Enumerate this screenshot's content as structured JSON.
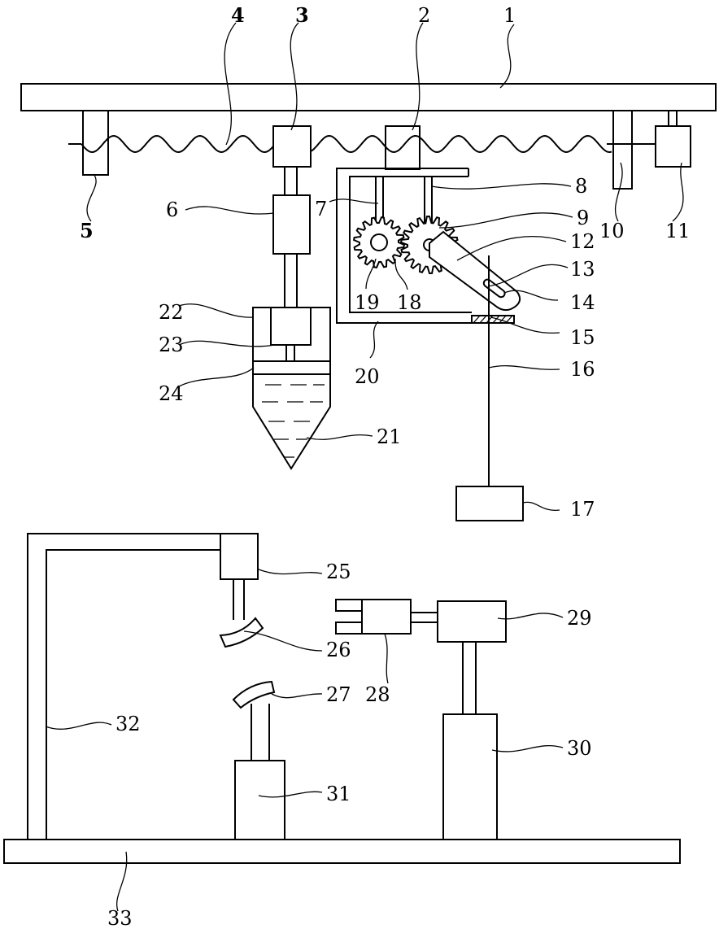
{
  "figure": {
    "labels": [
      {
        "id": "1",
        "text": "1"
      },
      {
        "id": "2",
        "text": "2"
      },
      {
        "id": "3",
        "text": "3",
        "bold": true
      },
      {
        "id": "4",
        "text": "4",
        "bold": true
      },
      {
        "id": "5",
        "text": "5",
        "bold": true
      },
      {
        "id": "6",
        "text": "6"
      },
      {
        "id": "7",
        "text": "7"
      },
      {
        "id": "8",
        "text": "8"
      },
      {
        "id": "9",
        "text": "9"
      },
      {
        "id": "10",
        "text": "10"
      },
      {
        "id": "11",
        "text": "11"
      },
      {
        "id": "12",
        "text": "12"
      },
      {
        "id": "13",
        "text": "13"
      },
      {
        "id": "14",
        "text": "14"
      },
      {
        "id": "15",
        "text": "15"
      },
      {
        "id": "16",
        "text": "16"
      },
      {
        "id": "17",
        "text": "17"
      },
      {
        "id": "18",
        "text": "18"
      },
      {
        "id": "19",
        "text": "19"
      },
      {
        "id": "20",
        "text": "20"
      },
      {
        "id": "21",
        "text": "21"
      },
      {
        "id": "22",
        "text": "22"
      },
      {
        "id": "23",
        "text": "23"
      },
      {
        "id": "24",
        "text": "24"
      },
      {
        "id": "25",
        "text": "25"
      },
      {
        "id": "26",
        "text": "26"
      },
      {
        "id": "27",
        "text": "27"
      },
      {
        "id": "28",
        "text": "28"
      },
      {
        "id": "29",
        "text": "29"
      },
      {
        "id": "30",
        "text": "30"
      },
      {
        "id": "31",
        "text": "31"
      },
      {
        "id": "32",
        "text": "32"
      },
      {
        "id": "33",
        "text": "33"
      }
    ]
  }
}
